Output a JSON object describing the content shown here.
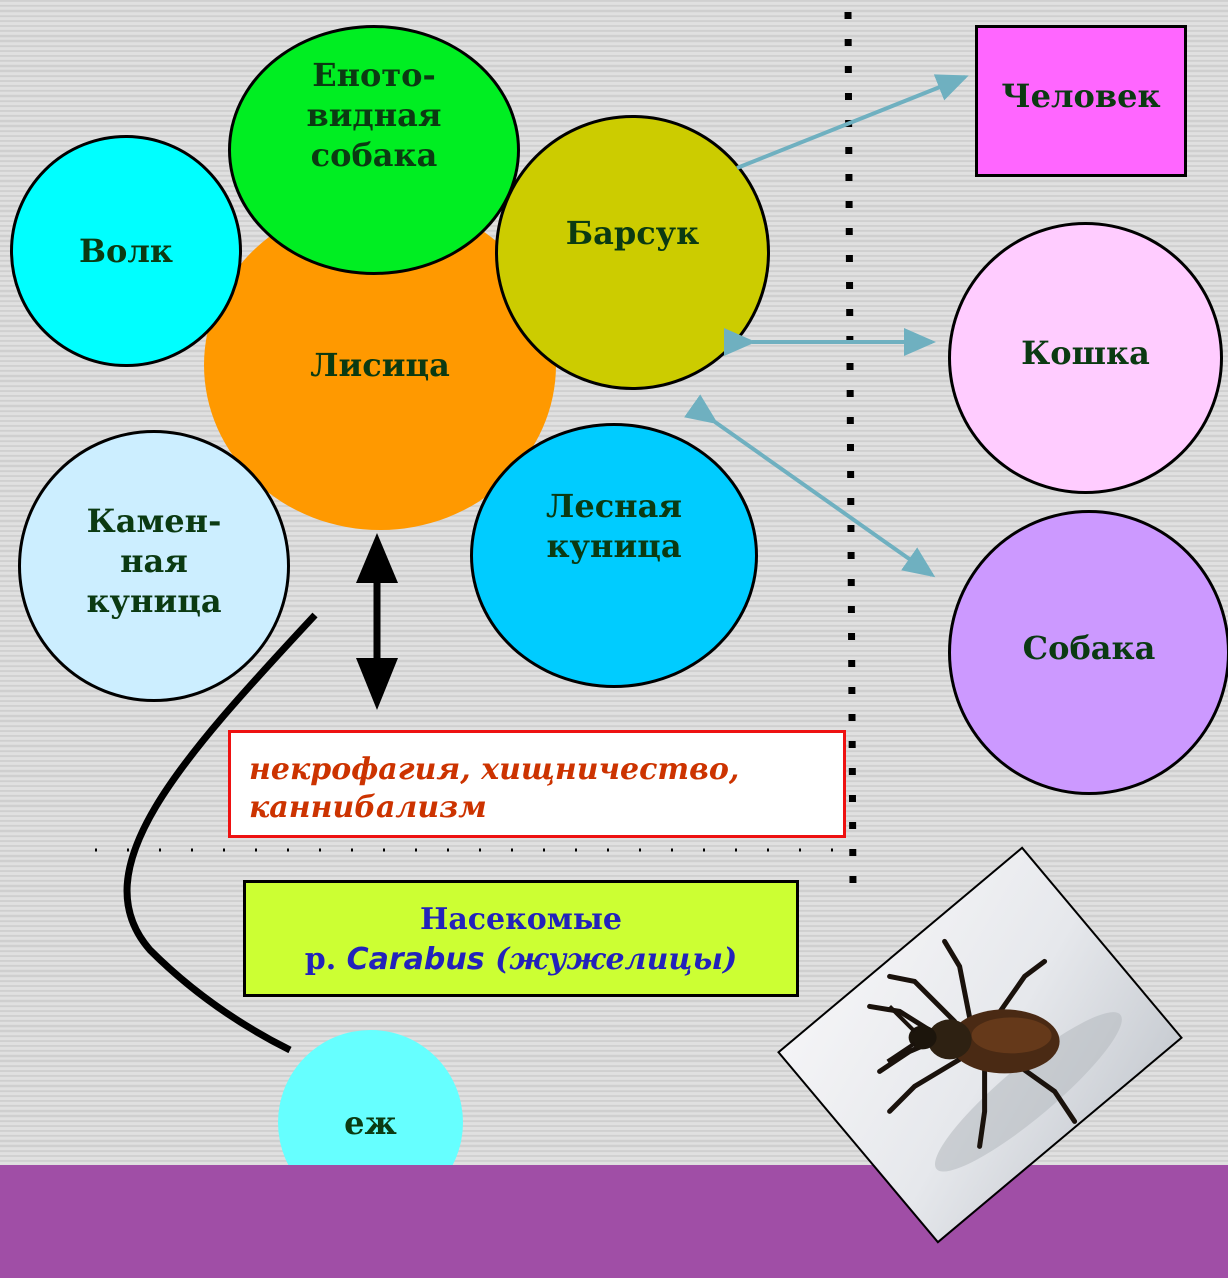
{
  "nodes": {
    "human": "Человек",
    "raccoon_dog": "Еното-\nвидная\nсобака",
    "wolf": "Волк",
    "badger": "Барсук",
    "fox": "Лисица",
    "cat": "Кошка",
    "stone_marten": "Камен-\nная\nкуница",
    "pine_marten": "Лесная\nкуница",
    "dog": "Собака",
    "hedgehog": "еж"
  },
  "relations_box": {
    "line1": "некрофагия, хищничество,",
    "line2": "каннибализм"
  },
  "insects_box": {
    "line1": "Насекомые",
    "line2_prefix": "р. ",
    "line2_genus": "Carabus",
    "line2_suffix": " (жужелицы)"
  },
  "photo": {
    "subject": "ground-beetle-photo"
  },
  "colors": {
    "human": "#ff66ff",
    "raccoon_dog": "#00ee22",
    "wolf": "#00ffff",
    "badger": "#cccc00",
    "fox": "#ff9900",
    "cat": "#ffccff",
    "stone_marten": "#cceeff",
    "pine_marten": "#00ccff",
    "dog": "#cc99ff",
    "hedgehog": "#66ffff",
    "arrow_teal": "#6fb0c0",
    "relation_text": "#cc3300",
    "insect_text": "#2222bb",
    "insect_box": "#ccff33",
    "footer": "#a04ea6"
  }
}
